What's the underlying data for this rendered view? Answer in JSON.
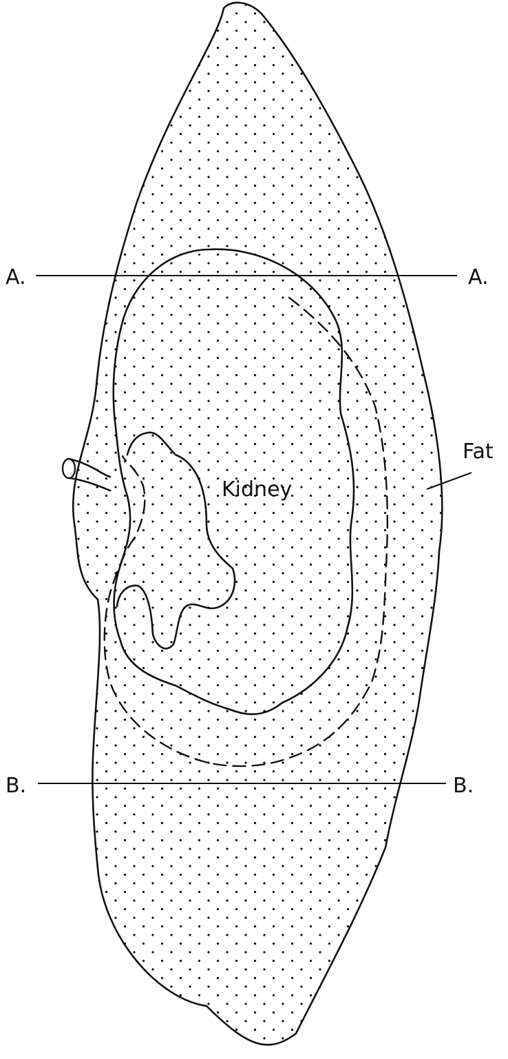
{
  "labels": {
    "line_a_left": "A.",
    "line_a_right": "A.",
    "line_b_left": "B.",
    "line_b_right": "B.",
    "kidney": "Kidney",
    "fat": "Fat"
  },
  "colors": {
    "ink": "#111111",
    "paper": "#ffffff"
  }
}
